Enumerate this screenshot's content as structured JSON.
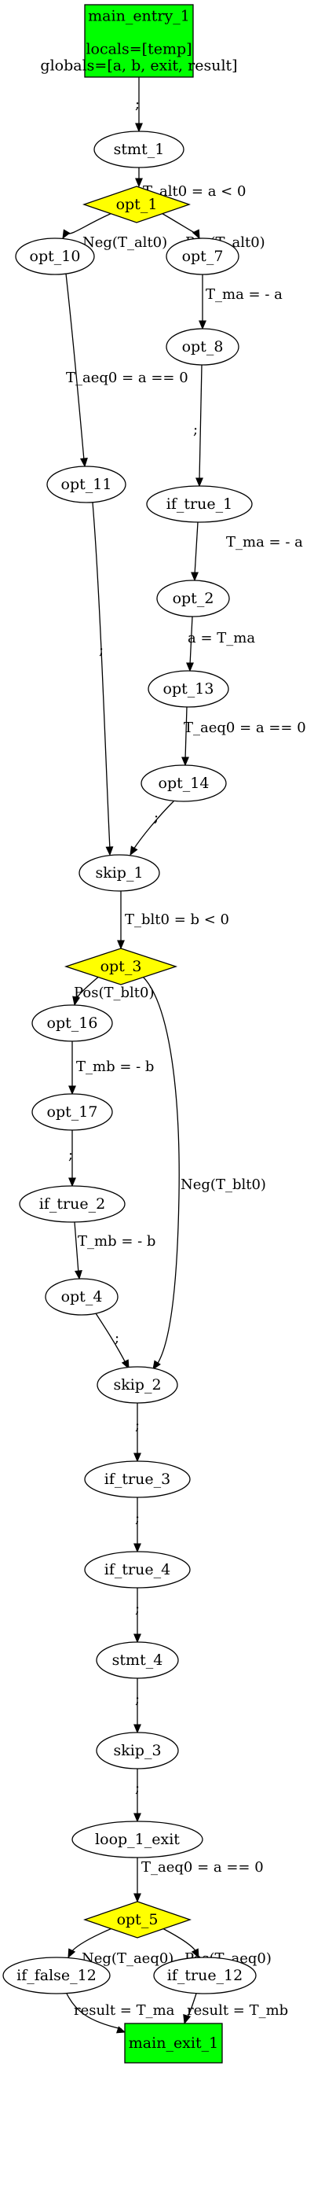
{
  "colors": {
    "entry_exit_fill": "#00ff00",
    "branch_fill": "#ffff00",
    "default_fill": "#ffffff",
    "stroke": "#000000"
  },
  "nodes": {
    "main_entry_1": {
      "shape": "box",
      "lines": [
        "main_entry_1",
        "",
        "locals=[temp]",
        "globals=[a, b, exit, result]"
      ]
    },
    "stmt_1": {
      "shape": "ellipse",
      "lines": [
        "stmt_1"
      ]
    },
    "opt_1": {
      "shape": "diamond",
      "lines": [
        "opt_1"
      ]
    },
    "opt_10": {
      "shape": "ellipse",
      "lines": [
        "opt_10"
      ]
    },
    "opt_7": {
      "shape": "ellipse",
      "lines": [
        "opt_7"
      ]
    },
    "opt_8": {
      "shape": "ellipse",
      "lines": [
        "opt_8"
      ]
    },
    "opt_11": {
      "shape": "ellipse",
      "lines": [
        "opt_11"
      ]
    },
    "if_true_1": {
      "shape": "ellipse",
      "lines": [
        "if_true_1"
      ]
    },
    "opt_2": {
      "shape": "ellipse",
      "lines": [
        "opt_2"
      ]
    },
    "opt_13": {
      "shape": "ellipse",
      "lines": [
        "opt_13"
      ]
    },
    "opt_14": {
      "shape": "ellipse",
      "lines": [
        "opt_14"
      ]
    },
    "skip_1": {
      "shape": "ellipse",
      "lines": [
        "skip_1"
      ]
    },
    "opt_3": {
      "shape": "diamond",
      "lines": [
        "opt_3"
      ]
    },
    "opt_16": {
      "shape": "ellipse",
      "lines": [
        "opt_16"
      ]
    },
    "opt_17": {
      "shape": "ellipse",
      "lines": [
        "opt_17"
      ]
    },
    "if_true_2": {
      "shape": "ellipse",
      "lines": [
        "if_true_2"
      ]
    },
    "opt_4": {
      "shape": "ellipse",
      "lines": [
        "opt_4"
      ]
    },
    "skip_2": {
      "shape": "ellipse",
      "lines": [
        "skip_2"
      ]
    },
    "if_true_3": {
      "shape": "ellipse",
      "lines": [
        "if_true_3"
      ]
    },
    "if_true_4": {
      "shape": "ellipse",
      "lines": [
        "if_true_4"
      ]
    },
    "stmt_4": {
      "shape": "ellipse",
      "lines": [
        "stmt_4"
      ]
    },
    "skip_3": {
      "shape": "ellipse",
      "lines": [
        "skip_3"
      ]
    },
    "loop_1_exit": {
      "shape": "ellipse",
      "lines": [
        "loop_1_exit"
      ]
    },
    "opt_5": {
      "shape": "diamond",
      "lines": [
        "opt_5"
      ]
    },
    "if_false_12": {
      "shape": "ellipse",
      "lines": [
        "if_false_12"
      ]
    },
    "if_true_12": {
      "shape": "ellipse",
      "lines": [
        "if_true_12"
      ]
    },
    "main_exit_1": {
      "shape": "box",
      "lines": [
        "main_exit_1"
      ]
    }
  },
  "edges": [
    {
      "from": "main_entry_1",
      "to": "stmt_1",
      "label": ";"
    },
    {
      "from": "stmt_1",
      "to": "opt_1",
      "label": "T_alt0 = a <  0"
    },
    {
      "from": "opt_1",
      "to": "opt_10",
      "label": "Neg(T_alt0)"
    },
    {
      "from": "opt_1",
      "to": "opt_7",
      "label": "Pos(T_alt0)"
    },
    {
      "from": "opt_7",
      "to": "opt_8",
      "label": "T_ma = - a"
    },
    {
      "from": "opt_10",
      "to": "opt_11",
      "label": "T_aeq0 = a == 0"
    },
    {
      "from": "opt_8",
      "to": "if_true_1",
      "label": ";"
    },
    {
      "from": "if_true_1",
      "to": "opt_2",
      "label": "T_ma = - a"
    },
    {
      "from": "opt_2",
      "to": "opt_13",
      "label": "a = T_ma"
    },
    {
      "from": "opt_13",
      "to": "opt_14",
      "label": "T_aeq0 = a == 0"
    },
    {
      "from": "opt_11",
      "to": "skip_1",
      "label": ";"
    },
    {
      "from": "opt_14",
      "to": "skip_1",
      "label": ";"
    },
    {
      "from": "skip_1",
      "to": "opt_3",
      "label": "T_blt0 = b <  0"
    },
    {
      "from": "opt_3",
      "to": "opt_16",
      "label": "Pos(T_blt0)"
    },
    {
      "from": "opt_3",
      "to": "skip_2",
      "label": "Neg(T_blt0)"
    },
    {
      "from": "opt_16",
      "to": "opt_17",
      "label": "T_mb = - b"
    },
    {
      "from": "opt_17",
      "to": "if_true_2",
      "label": ";"
    },
    {
      "from": "if_true_2",
      "to": "opt_4",
      "label": "T_mb = - b"
    },
    {
      "from": "opt_4",
      "to": "skip_2",
      "label": ";"
    },
    {
      "from": "skip_2",
      "to": "if_true_3",
      "label": ";"
    },
    {
      "from": "if_true_3",
      "to": "if_true_4",
      "label": ";"
    },
    {
      "from": "if_true_4",
      "to": "stmt_4",
      "label": ";"
    },
    {
      "from": "stmt_4",
      "to": "skip_3",
      "label": ";"
    },
    {
      "from": "skip_3",
      "to": "loop_1_exit",
      "label": ";"
    },
    {
      "from": "loop_1_exit",
      "to": "opt_5",
      "label": "T_aeq0 = a == 0"
    },
    {
      "from": "opt_5",
      "to": "if_false_12",
      "label": "Neg(T_aeq0)"
    },
    {
      "from": "opt_5",
      "to": "if_true_12",
      "label": "Pos(T_aeq0)"
    },
    {
      "from": "if_false_12",
      "to": "main_exit_1",
      "label": "result = T_ma"
    },
    {
      "from": "if_true_12",
      "to": "main_exit_1",
      "label": "result = T_mb"
    }
  ]
}
